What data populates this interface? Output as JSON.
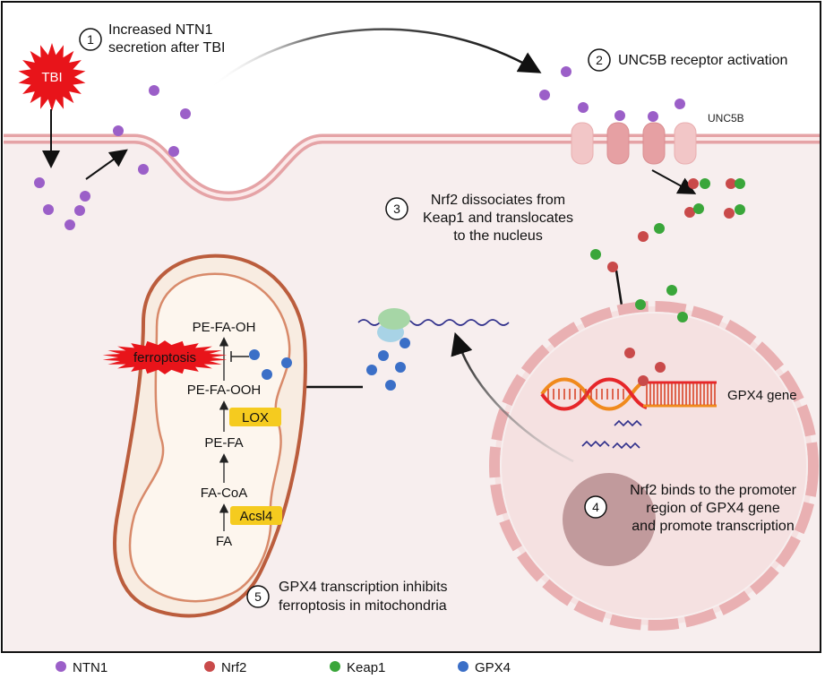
{
  "steps": [
    {
      "num": "1",
      "line1": "Increased NTN1",
      "line2": "secretion after TBI"
    },
    {
      "num": "2",
      "line1": "UNC5B receptor activation"
    },
    {
      "num": "3",
      "line1": "Nrf2 dissociates from",
      "line2": "Keap1 and translocates",
      "line3": "to the nucleus"
    },
    {
      "num": "4",
      "line1": "Nrf2 binds to the promoter",
      "line2": "region of GPX4 gene",
      "line3": "and promote transcription"
    },
    {
      "num": "5",
      "line1": "GPX4 transcription inhibits",
      "line2": "ferroptosis in mitochondria"
    }
  ],
  "labels": {
    "tbi": "TBI",
    "unc5b": "UNC5B",
    "gene": "GPX4 gene",
    "ferroptosis": "ferroptosis"
  },
  "pathway": {
    "pe_fa_oh": "PE-FA-OH",
    "pe_fa_ooh": "PE-FA-OOH",
    "lox": "LOX",
    "pe_fa": "PE-FA",
    "fa_coa": "FA-CoA",
    "acsl4": "Acsl4",
    "fa": "FA"
  },
  "legend": [
    {
      "label": "NTN1",
      "color": "#9b5fc8"
    },
    {
      "label": "Nrf2",
      "color": "#c94a4a"
    },
    {
      "label": "Keap1",
      "color": "#3aa63a"
    },
    {
      "label": "GPX4",
      "color": "#3b6fc7"
    }
  ],
  "colors": {
    "ntn1": "#9b5fc8",
    "nrf2": "#c94a4a",
    "keap1": "#3aa63a",
    "gpx4": "#3b6fc7",
    "membrane": "#e5a3a6",
    "cell_bg": "#f7eeee",
    "tbi": "#e8141a",
    "enzyme": "#f5cb1f"
  }
}
